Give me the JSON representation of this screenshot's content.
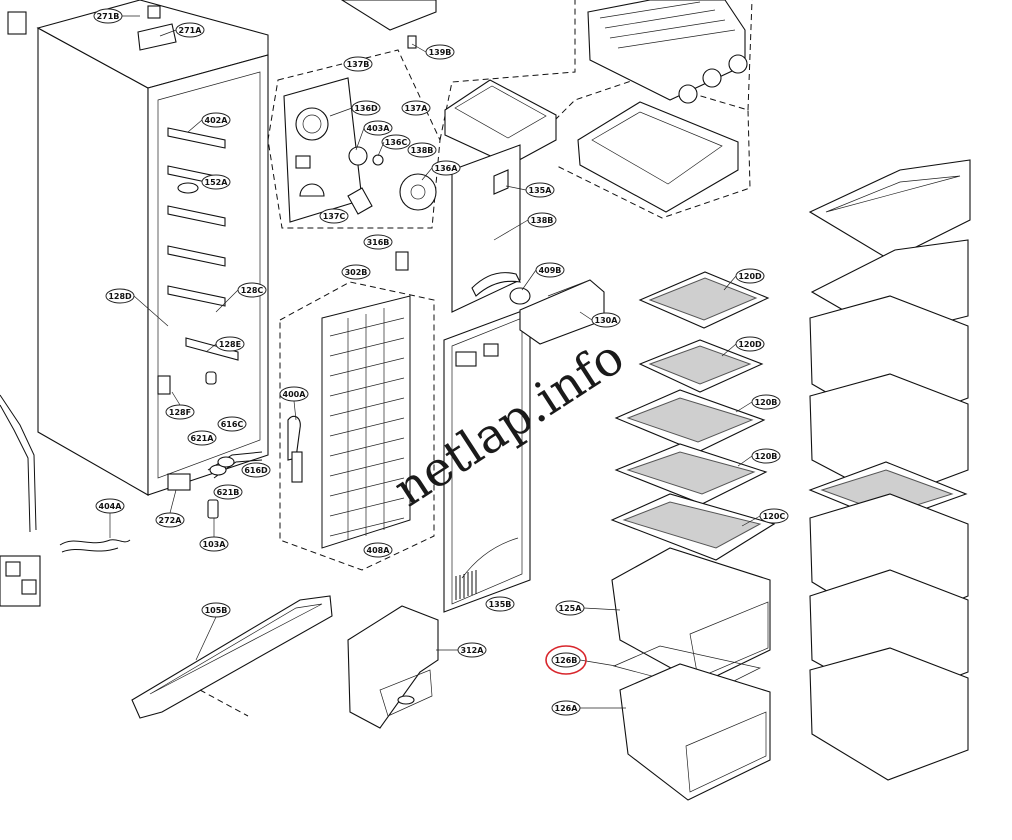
{
  "diagram": {
    "watermark": "netlap.info",
    "highlight_color": "#d8262c",
    "highlighted_part": "126B",
    "labels": [
      "271B",
      "271A",
      "139B",
      "137B",
      "136D",
      "137A",
      "403A",
      "136C",
      "138B",
      "136A",
      "137C",
      "135A",
      "138B",
      "316B",
      "302B",
      "409B",
      "130A",
      "120D",
      "120D",
      "120B",
      "120B",
      "120C",
      "402A",
      "152A",
      "128D",
      "128C",
      "128E",
      "128F",
      "400A",
      "621A",
      "616C",
      "616D",
      "621B",
      "408A",
      "135B",
      "272A",
      "103A",
      "404A",
      "105B",
      "312A",
      "125A",
      "126B",
      "126A"
    ]
  }
}
